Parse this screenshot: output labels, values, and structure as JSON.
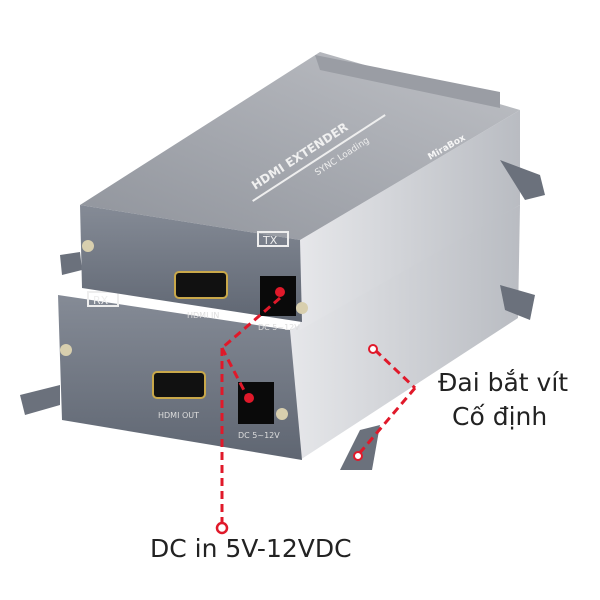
{
  "annotations": {
    "bracket_label_line1": "Đai bắt vít",
    "bracket_label_line2": "Cố định",
    "power_label": "DC in 5V-12VDC"
  },
  "device": {
    "top_title": "HDMI EXTENDER",
    "top_subtitle": "SYNC Loading",
    "brand": "MiraBox",
    "tx_badge": "TX",
    "rx_badge": "RX",
    "tx_port_label": "HDMI IN",
    "rx_port_label": "HDMI OUT",
    "power_port_label": "DC 5~12V"
  },
  "colors": {
    "annotation_line": "#e0192a",
    "body_front": "#737a86",
    "body_top": "#a7aab0",
    "body_side": "#d2d4d8"
  }
}
